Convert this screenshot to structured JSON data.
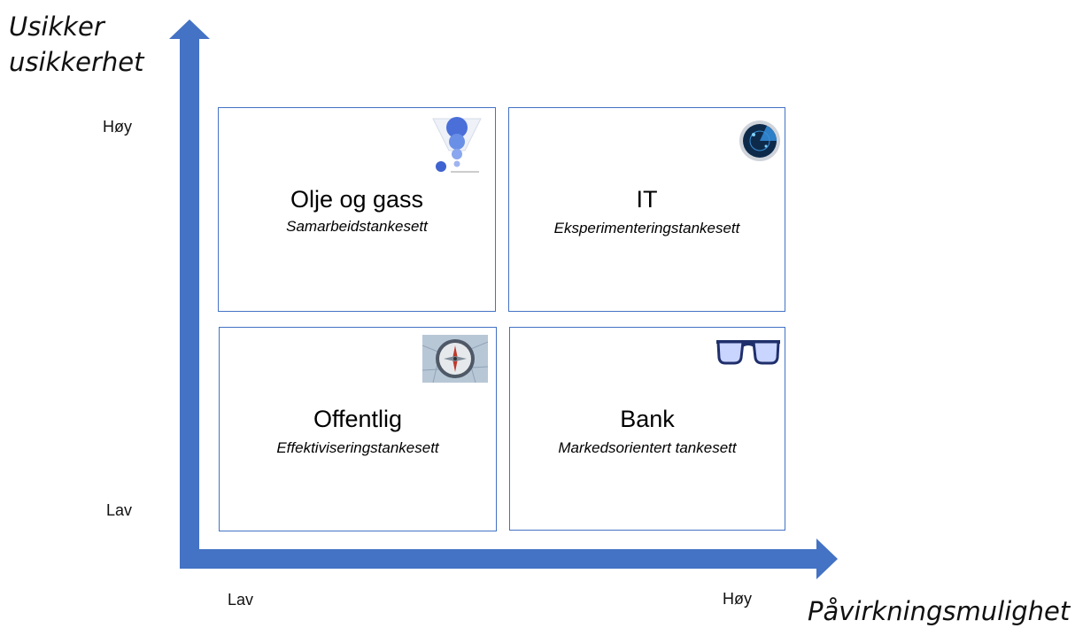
{
  "y_axis": {
    "title_line1": "Usikker",
    "title_line2": "usikkerhet",
    "tick_high": "Høy",
    "tick_low": "Lav"
  },
  "x_axis": {
    "title": "Påvirkningsmulighet",
    "tick_low": "Lav",
    "tick_high": "Høy"
  },
  "colors": {
    "axis": "#4472c4",
    "border": "#4472c4"
  },
  "quadrants": {
    "top_left": {
      "title": "Olje og gass",
      "subtitle": "Samarbeidstankesett",
      "icon": "funnel-bubbles-icon"
    },
    "top_right": {
      "title": "IT",
      "subtitle": "Eksperimenteringstankesett",
      "icon": "radar-icon"
    },
    "bottom_left": {
      "title": "Offentlig",
      "subtitle": "Effektiviseringstankesett",
      "icon": "compass-icon"
    },
    "bottom_right": {
      "title": "Bank",
      "subtitle": "Markedsorientert tankesett",
      "icon": "glasses-icon"
    }
  }
}
